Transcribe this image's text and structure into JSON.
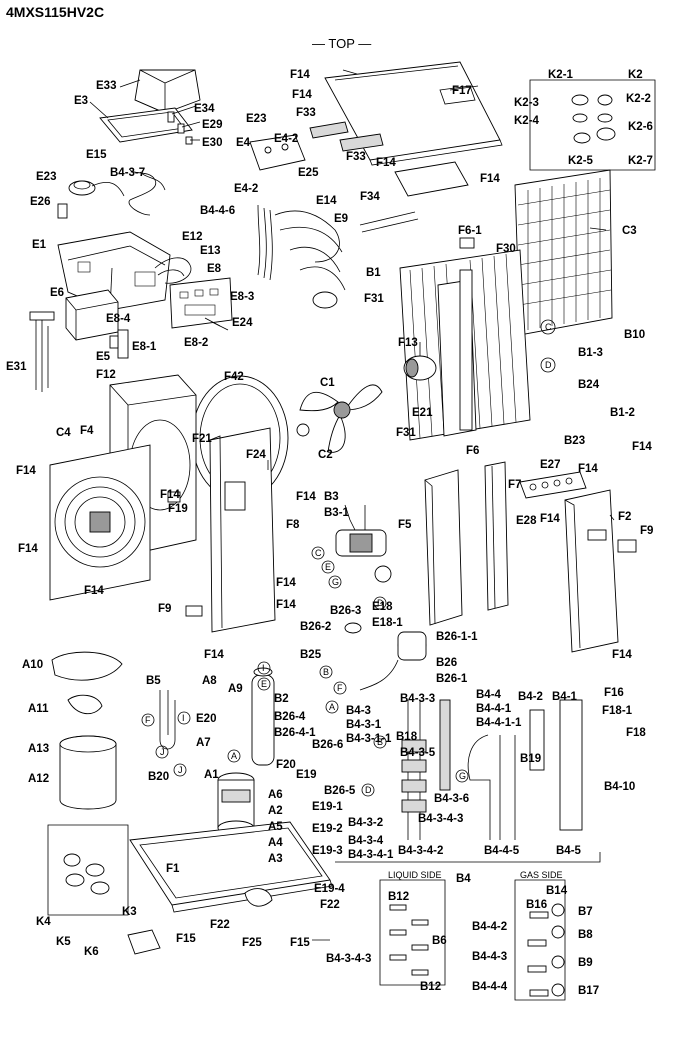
{
  "header": {
    "model": "4MXS115HV2C",
    "top_label": "— TOP —"
  },
  "groups": {
    "liquid_side": "LIQUID SIDE",
    "gas_side": "GAS SIDE"
  },
  "parts": [
    {
      "id": "E33"
    },
    {
      "id": "E3"
    },
    {
      "id": "E34"
    },
    {
      "id": "E29"
    },
    {
      "id": "E30"
    },
    {
      "id": "E23"
    },
    {
      "id": "E4"
    },
    {
      "id": "E4-2"
    },
    {
      "id": "E25"
    },
    {
      "id": "E15"
    },
    {
      "id": "B4-3-7"
    },
    {
      "id": "E26"
    },
    {
      "id": "E1"
    },
    {
      "id": "E12"
    },
    {
      "id": "E13"
    },
    {
      "id": "E8"
    },
    {
      "id": "E6"
    },
    {
      "id": "E8-3"
    },
    {
      "id": "E8-4"
    },
    {
      "id": "E24"
    },
    {
      "id": "E8-1"
    },
    {
      "id": "E8-2"
    },
    {
      "id": "E5"
    },
    {
      "id": "F12"
    },
    {
      "id": "E31"
    },
    {
      "id": "B4-4-6"
    },
    {
      "id": "E14"
    },
    {
      "id": "F14"
    },
    {
      "id": "F17"
    },
    {
      "id": "F33"
    },
    {
      "id": "F34"
    },
    {
      "id": "E9"
    },
    {
      "id": "F6-1"
    },
    {
      "id": "F30"
    },
    {
      "id": "B1"
    },
    {
      "id": "F31"
    },
    {
      "id": "K2-1"
    },
    {
      "id": "K2"
    },
    {
      "id": "K2-2"
    },
    {
      "id": "K2-3"
    },
    {
      "id": "K2-4"
    },
    {
      "id": "K2-5"
    },
    {
      "id": "K2-6"
    },
    {
      "id": "K2-7"
    },
    {
      "id": "C3"
    },
    {
      "id": "B10"
    },
    {
      "id": "B1-3"
    },
    {
      "id": "B24"
    },
    {
      "id": "B1-2"
    },
    {
      "id": "F13"
    },
    {
      "id": "C1"
    },
    {
      "id": "F42"
    },
    {
      "id": "C2"
    },
    {
      "id": "E21"
    },
    {
      "id": "F6"
    },
    {
      "id": "B23"
    },
    {
      "id": "C4"
    },
    {
      "id": "F4"
    },
    {
      "id": "F21"
    },
    {
      "id": "F24"
    },
    {
      "id": "F19"
    },
    {
      "id": "F8"
    },
    {
      "id": "B3"
    },
    {
      "id": "B3-1"
    },
    {
      "id": "F5"
    },
    {
      "id": "F7"
    },
    {
      "id": "E27"
    },
    {
      "id": "F2"
    },
    {
      "id": "F9"
    },
    {
      "id": "E28"
    },
    {
      "id": "E18"
    },
    {
      "id": "E18-1"
    },
    {
      "id": "B26-3"
    },
    {
      "id": "B26-2"
    },
    {
      "id": "B26-1-1"
    },
    {
      "id": "B26"
    },
    {
      "id": "B26-1"
    },
    {
      "id": "B25"
    },
    {
      "id": "A10"
    },
    {
      "id": "A11"
    },
    {
      "id": "A13"
    },
    {
      "id": "A12"
    },
    {
      "id": "B5"
    },
    {
      "id": "A8"
    },
    {
      "id": "A9"
    },
    {
      "id": "B2"
    },
    {
      "id": "B26-4"
    },
    {
      "id": "B26-4-1"
    },
    {
      "id": "E20"
    },
    {
      "id": "A7"
    },
    {
      "id": "B26-6"
    },
    {
      "id": "B26-5"
    },
    {
      "id": "B20"
    },
    {
      "id": "A1"
    },
    {
      "id": "F20"
    },
    {
      "id": "E19"
    },
    {
      "id": "A6"
    },
    {
      "id": "A2"
    },
    {
      "id": "A5"
    },
    {
      "id": "A4"
    },
    {
      "id": "A3"
    },
    {
      "id": "E19-1"
    },
    {
      "id": "E19-2"
    },
    {
      "id": "E19-3"
    },
    {
      "id": "E19-4"
    },
    {
      "id": "B4-3"
    },
    {
      "id": "B4-3-1"
    },
    {
      "id": "B4-3-1-1"
    },
    {
      "id": "B18"
    },
    {
      "id": "B4-3-5"
    },
    {
      "id": "B4-3-3"
    },
    {
      "id": "B4-3-2"
    },
    {
      "id": "B4-3-6"
    },
    {
      "id": "B4-3-4"
    },
    {
      "id": "B4-3-4-1"
    },
    {
      "id": "B4-3-4-3"
    },
    {
      "id": "B4-3-4-2"
    },
    {
      "id": "B4-4"
    },
    {
      "id": "B4-4-1"
    },
    {
      "id": "B4-4-1-1"
    },
    {
      "id": "B4-2"
    },
    {
      "id": "B4-1"
    },
    {
      "id": "F16"
    },
    {
      "id": "F18-1"
    },
    {
      "id": "F18"
    },
    {
      "id": "B19"
    },
    {
      "id": "B4-10"
    },
    {
      "id": "B4-4-5"
    },
    {
      "id": "B4-5"
    },
    {
      "id": "B4"
    },
    {
      "id": "F1"
    },
    {
      "id": "F15"
    },
    {
      "id": "F22"
    },
    {
      "id": "F25"
    },
    {
      "id": "K3"
    },
    {
      "id": "K4"
    },
    {
      "id": "K5"
    },
    {
      "id": "K6"
    },
    {
      "id": "B12"
    },
    {
      "id": "B6"
    },
    {
      "id": "B4-3-4-3"
    },
    {
      "id": "B14"
    },
    {
      "id": "B16"
    },
    {
      "id": "B7"
    },
    {
      "id": "B4-4-2"
    },
    {
      "id": "B8"
    },
    {
      "id": "B4-4-3"
    },
    {
      "id": "B9"
    },
    {
      "id": "B4-4-4"
    },
    {
      "id": "B17"
    }
  ],
  "connectors": [
    "A",
    "B",
    "C",
    "D",
    "E",
    "F",
    "G",
    "I",
    "J"
  ]
}
